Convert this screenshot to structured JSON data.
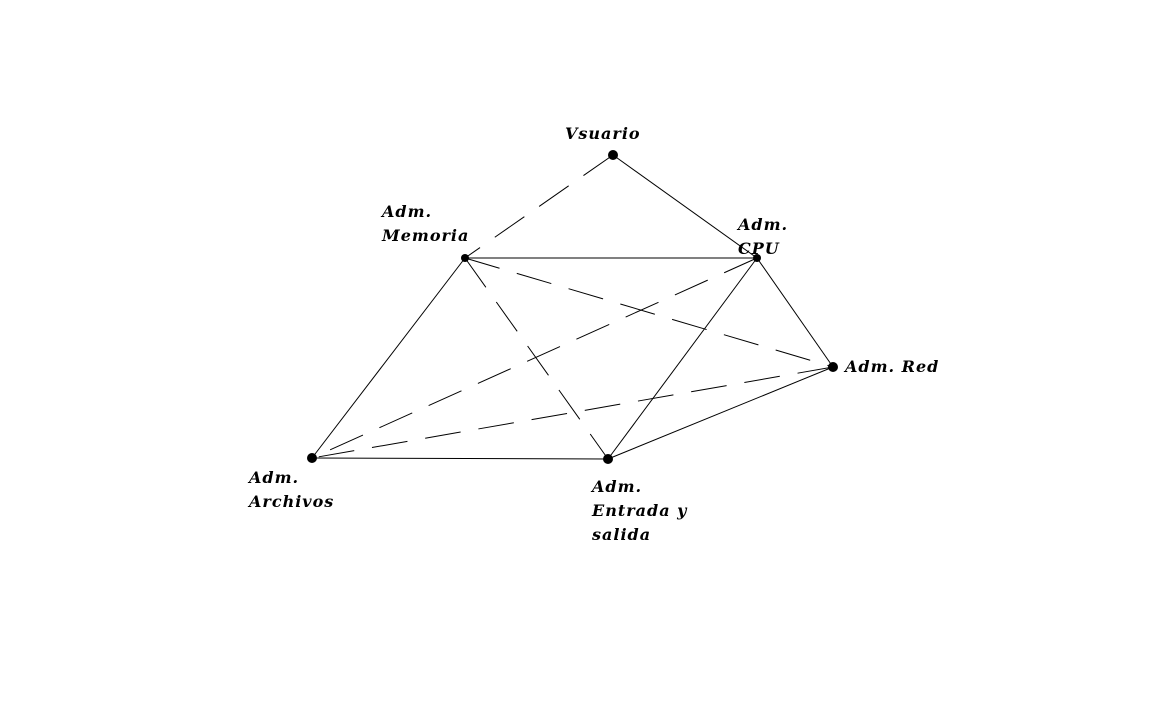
{
  "nodes": {
    "usuario": {
      "label": "Vsuario"
    },
    "memoria": {
      "label1": "Adm.",
      "label2": "Memoria"
    },
    "cpu": {
      "label1": "Adm.",
      "label2": "CPU"
    },
    "red": {
      "label": "Adm. Red"
    },
    "archivos": {
      "label1": "Adm.",
      "label2": "Archivos"
    },
    "es": {
      "label1": "Adm.",
      "label2": "Entrada y",
      "label3": "salida"
    }
  },
  "edges": [
    {
      "from": "usuario",
      "to": "memoria",
      "style": "dashed"
    },
    {
      "from": "usuario",
      "to": "cpu",
      "style": "solid"
    },
    {
      "from": "memoria",
      "to": "cpu",
      "style": "solid"
    },
    {
      "from": "memoria",
      "to": "archivos",
      "style": "solid"
    },
    {
      "from": "memoria",
      "to": "red",
      "style": "dashed"
    },
    {
      "from": "memoria",
      "to": "es",
      "style": "dashed"
    },
    {
      "from": "cpu",
      "to": "archivos",
      "style": "dashed"
    },
    {
      "from": "cpu",
      "to": "es",
      "style": "solid"
    },
    {
      "from": "cpu",
      "to": "red",
      "style": "solid"
    },
    {
      "from": "red",
      "to": "archivos",
      "style": "dashed"
    },
    {
      "from": "red",
      "to": "es",
      "style": "solid"
    },
    {
      "from": "archivos",
      "to": "es",
      "style": "solid"
    }
  ],
  "colors": {
    "line": "#000000",
    "background": "#ffffff"
  }
}
